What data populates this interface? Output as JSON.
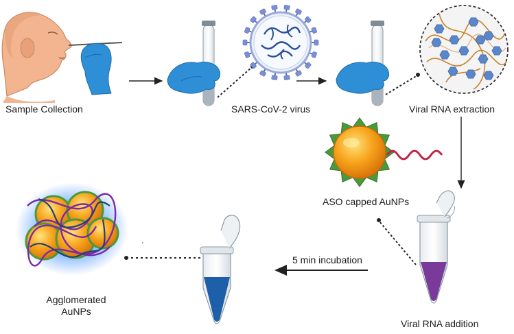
{
  "labels": {
    "sample_collection": "Sample Collection",
    "sars_virus": "SARS-CoV-2 virus",
    "rna_extraction": "Viral RNA extraction",
    "aso_capped_1": "ASO capped",
    "aso_capped_2": "AuNPs",
    "incubation_1": "5 min",
    "incubation_2": "incubation",
    "rna_addition": "Viral RNA addition",
    "agglomerated_1": "Agglomerated",
    "agglomerated_2": "AuNPs"
  },
  "colors": {
    "glove": "#2f8fd6",
    "gold": "#f7a21b",
    "shell": "#4a9a3c",
    "rna": "#c0254a",
    "purple": "#7a3a9a",
    "blue_liquid": "#1d5fa8",
    "arrow": "#222222"
  }
}
